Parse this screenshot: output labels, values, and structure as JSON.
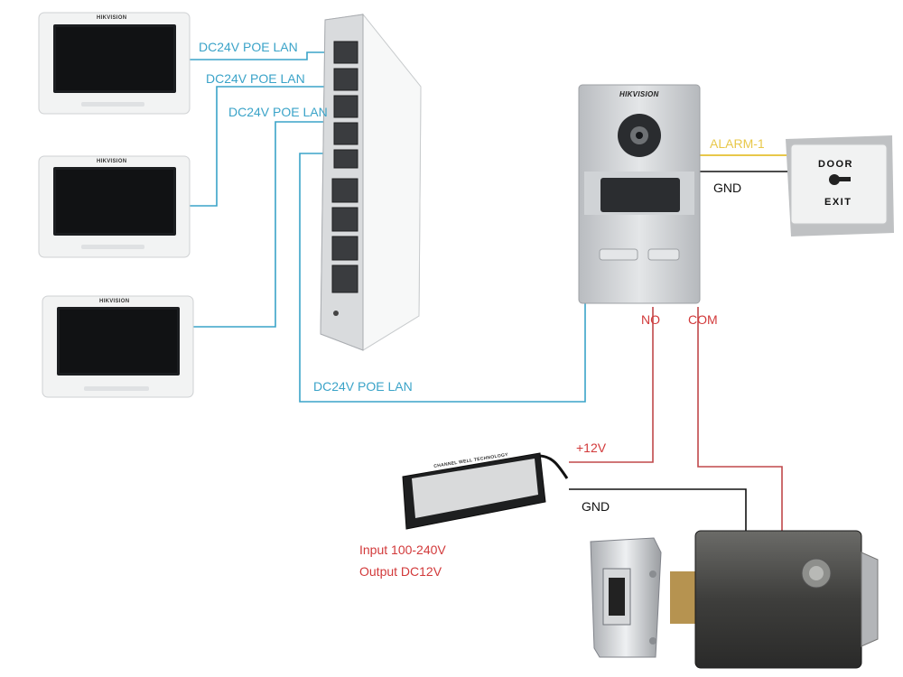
{
  "labels": {
    "poe_1": "DC24V POE LAN",
    "poe_2": "DC24V POE LAN",
    "poe_3": "DC24V POE LAN",
    "poe_4": "DC24V POE LAN",
    "alarm": "ALARM-1",
    "gnd_button": "GND",
    "no": "NO",
    "com": "COM",
    "plus12v": "+12V",
    "gnd_lock": "GND",
    "psu_input": "Input 100-240V",
    "psu_output": "Output DC12V"
  },
  "devices": {
    "monitor_brand": "HIKVISION",
    "doorstation_brand": "HIKVISION",
    "exit_button_line1": "DOOR",
    "exit_button_line2": "EXIT",
    "psu_brand": "CHANNEL WELL TECHNOLOGY"
  },
  "colors": {
    "poe_wire": "#3aa3c8",
    "alarm_wire": "#e8c84a",
    "gnd_wire": "#111111",
    "power_wire": "#c0484a",
    "lock_signal_label": "#d2393a"
  }
}
